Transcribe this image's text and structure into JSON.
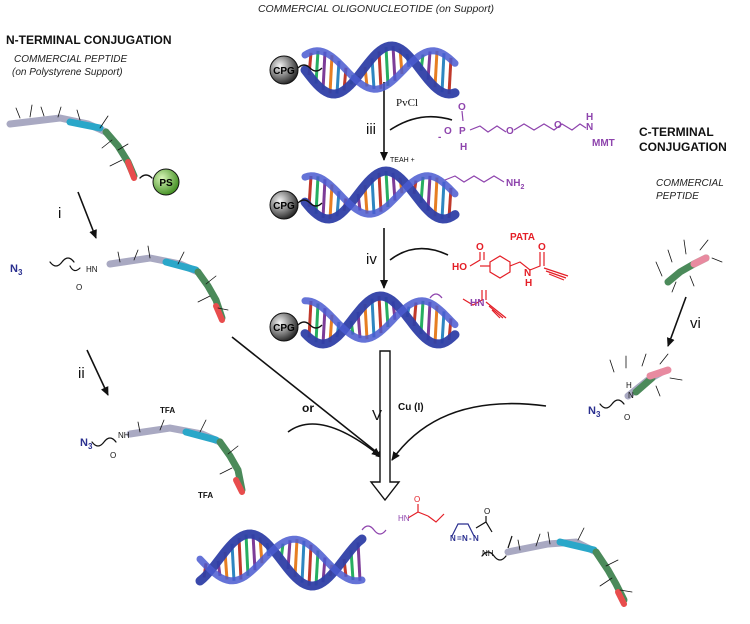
{
  "top_title": "COMMERCIAL OLIGONUCLEOTIDE (on Support)",
  "n_terminal": {
    "title": "N-TERMINAL CONJUGATION",
    "subtitle_line1": "COMMERCIAL PEPTIDE",
    "subtitle_line2": "(on  Polystyrene Support)"
  },
  "c_terminal": {
    "title_line1": "C-TERMINAL",
    "title_line2": "CONJUGATION",
    "subtitle_line1": "COMMERCIAL",
    "subtitle_line2": "PEPTIDE"
  },
  "supports": {
    "cpg": "CPG",
    "ps": "PS"
  },
  "steps": {
    "i": "i",
    "ii": "ii",
    "iii": "iii",
    "iv": "iv",
    "v": "V",
    "vi": "vi",
    "or": "or",
    "cu": "Cu (I)",
    "pvcl": "PvCl",
    "teah": "TEAH +"
  },
  "phosphonate": {
    "minus": "-",
    "o_left": "O",
    "o_top": "O",
    "p": "P",
    "h": "H",
    "o_chain1": "O",
    "o_chain2": "O",
    "nh": "N",
    "nh_h": "H",
    "mmt": "MMT"
  },
  "amine": {
    "nh2": "NH",
    "sub": "2"
  },
  "pata": {
    "name": "PATA",
    "ho": "HO",
    "o_acid": "O",
    "o_amide": "O",
    "nh": "N",
    "nh_h": "H"
  },
  "amide_labels": {
    "hn": "HN"
  },
  "azide": {
    "n": "N",
    "sub": "3"
  },
  "small": {
    "hn": "HN",
    "o": "O",
    "nh": "NH",
    "h": "H",
    "n": "N",
    "tfa": "TFA"
  },
  "triazole": {
    "n1": "N",
    "eq": "=",
    "n2": "N",
    "dash": "-",
    "n3": "N"
  },
  "colors": {
    "helix": "#2f3fa6",
    "purple": "#8e44ad",
    "red": "#e41e26",
    "azide_blue": "#2a2f8f",
    "ps_green": "#7ac943",
    "peptide_gray": "#a9a9c2"
  }
}
